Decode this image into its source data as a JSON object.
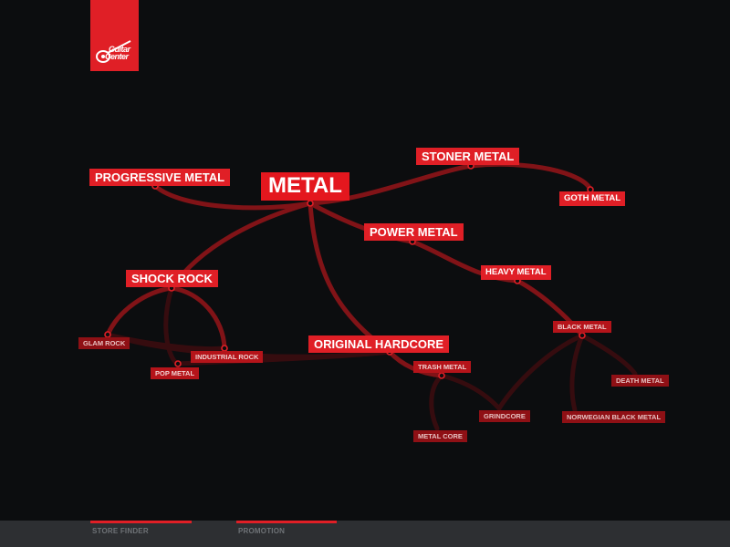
{
  "logo": {
    "text_line1": "Guitar",
    "text_line2": "Center"
  },
  "colors": {
    "accent": "#e01f26",
    "background": "#0c0d0f",
    "link": "#8e1418",
    "footer": "#2d2f32"
  },
  "genres": {
    "metal": "METAL",
    "progressive_metal": "PROGRESSIVE METAL",
    "stoner_metal": "STONER METAL",
    "goth_metal": "GOTH METAL",
    "power_metal": "POWER METAL",
    "heavy_metal": "HEAVY METAL",
    "shock_rock": "SHOCK ROCK",
    "glam_rock": "GLAM ROCK",
    "industrial_rock": "INDUSTRIAL ROCK",
    "pop_metal": "POP METAL",
    "original_hardcore": "ORIGINAL HARDCORE",
    "trash_metal": "TRASH METAL",
    "metal_core": "METAL CORE",
    "grindcore": "GRINDCORE",
    "black_metal": "BLACK METAL",
    "death_metal": "DEATH METAL",
    "norwegian_black_metal": "NORWEGIAN BLACK METAL"
  },
  "footer": {
    "store_finder": "STORE FINDER",
    "promotion": "PROMOTION"
  }
}
